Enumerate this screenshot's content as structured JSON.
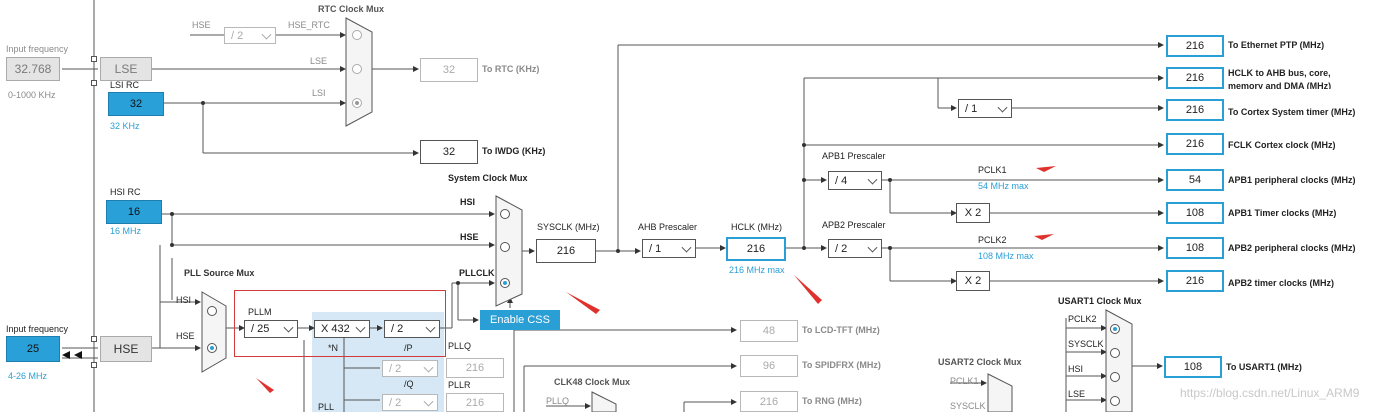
{
  "left": {
    "lse_input": {
      "label": "Input frequency",
      "value": "32.768",
      "range": "0-1000 KHz"
    },
    "lse": "LSE",
    "lsi": {
      "label": "LSI RC",
      "value": "32",
      "unit": "32 KHz"
    },
    "hsi": {
      "label": "HSI RC",
      "value": "16",
      "unit": "16 MHz"
    },
    "hse_input": {
      "label": "Input frequency",
      "value": "25",
      "range": "4-26 MHz"
    },
    "hse": "HSE"
  },
  "rtc": {
    "title": "RTC Clock Mux",
    "hse_label": "HSE",
    "div": "/ 2",
    "hse_rtc": "HSE_RTC",
    "lse_label": "LSE",
    "lsi_label": "LSI",
    "rtc_value": "32",
    "rtc_label": "To RTC (KHz)",
    "iwdg_value": "32",
    "iwdg_label": "To IWDG (KHz)"
  },
  "pll_source": {
    "title": "PLL Source Mux",
    "hsi": "HSI",
    "hse": "HSE"
  },
  "pll": {
    "pllm_label": "PLLM",
    "pllm": "/ 25",
    "n": "X 432",
    "n_label": "*N",
    "p": "/ 2",
    "p_label": "/P",
    "q": "/ 2",
    "q_label": "/Q",
    "q_value": "216",
    "pllq": "PLLQ",
    "r": "/ 2",
    "r_value": "216",
    "pllr": "PLLR",
    "area_label": "PLL"
  },
  "system_mux": {
    "title": "System Clock Mux",
    "hsi": "HSI",
    "hse": "HSE",
    "pllclk": "PLLCLK",
    "enable_css": "Enable CSS"
  },
  "sysclk": {
    "label": "SYSCLK (MHz)",
    "value": "216"
  },
  "ahb": {
    "label": "AHB Prescaler",
    "value": "/ 1"
  },
  "hclk": {
    "label": "HCLK (MHz)",
    "value": "216",
    "max": "216 MHz max"
  },
  "cortex_div": "/ 1",
  "apb1": {
    "label": "APB1 Prescaler",
    "value": "/ 4",
    "pclk": "PCLK1",
    "max": "54 MHz max",
    "x2": "X 2"
  },
  "apb2": {
    "label": "APB2 Prescaler",
    "value": "/ 2",
    "pclk": "PCLK2",
    "max": "108 MHz max",
    "x2": "X 2"
  },
  "outputs": [
    {
      "value": "216",
      "label": "To Ethernet PTP (MHz)"
    },
    {
      "value": "216",
      "label": "HCLK to AHB bus, core,",
      "label2": "memory and DMA (MHz)"
    },
    {
      "value": "216",
      "label": "To Cortex System timer (MHz)"
    },
    {
      "value": "216",
      "label": "FCLK Cortex clock (MHz)"
    },
    {
      "value": "54",
      "label": "APB1 peripheral clocks (MHz)"
    },
    {
      "value": "108",
      "label": "APB1 Timer clocks (MHz)"
    },
    {
      "value": "108",
      "label": "APB2 peripheral clocks (MHz)"
    },
    {
      "value": "216",
      "label": "APB2 timer clocks (MHz)"
    }
  ],
  "lower": {
    "lcd_value": "48",
    "lcd_label": "To LCD-TFT (MHz)",
    "spdif_value": "96",
    "spdif_label": "To SPIDFRX (MHz)",
    "rng_value": "216",
    "rng_label": "To RNG (MHz)",
    "clk48_title": "CLK48 Clock Mux",
    "clk48_pllq": "PLLQ",
    "usart2_title": "USART2 Clock Mux",
    "usart2_pclk": "PCLK1",
    "usart2_sysclk": "SYSCLK"
  },
  "usart1": {
    "title": "USART1 Clock Mux",
    "inputs": [
      "PCLK2",
      "SYSCLK",
      "HSI",
      "LSE"
    ],
    "value": "108",
    "label": "To USART1 (MHz)"
  },
  "watermark": "https://blog.csdn.net/Linux_ARM9",
  "colors": {
    "accent": "#2a9fd6",
    "highlight": "#d43a3a",
    "pll_bg": "#d6e8f5"
  }
}
